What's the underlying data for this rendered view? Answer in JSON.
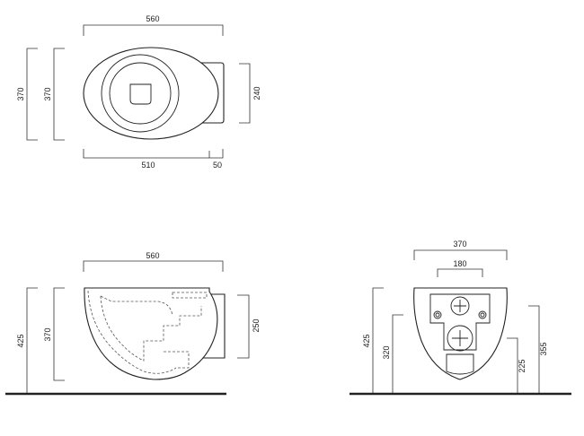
{
  "top_view": {
    "dim_width_total": "560",
    "dim_height_outer": "370",
    "dim_height_inner": "370",
    "dim_back_height": "240",
    "dim_bowl_length": "510",
    "dim_back_length": "50"
  },
  "side_view": {
    "dim_width_total": "560",
    "dim_height_total": "425",
    "dim_bowl_height": "370",
    "dim_back_height": "250"
  },
  "front_view": {
    "dim_width_total": "370",
    "dim_fixing_spacing": "180",
    "dim_height_total": "425",
    "dim_fixing_height": "320",
    "dim_outlet_height": "225",
    "dim_inlet_height": "355"
  },
  "colors": {
    "line": "#222222",
    "fill": "#ffffff"
  }
}
